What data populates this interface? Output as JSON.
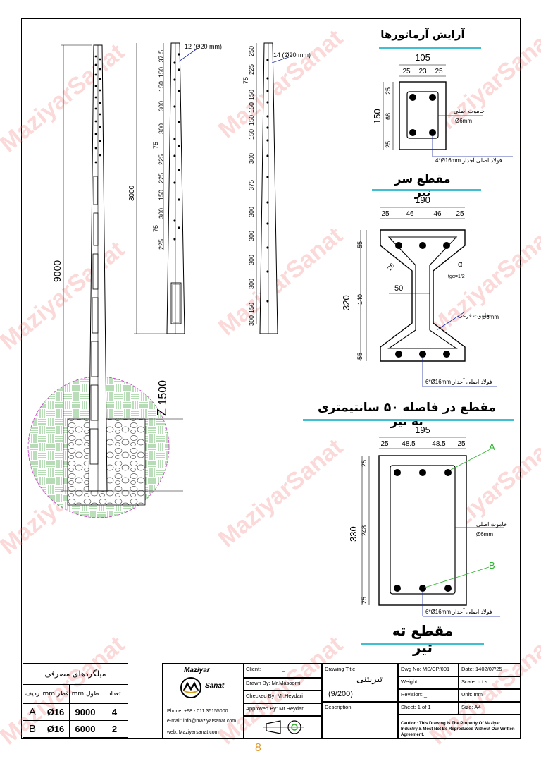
{
  "watermark": "MaziyarSanat",
  "titles": {
    "rebar": "آرایش آرماتورها",
    "top_section": "مقطع سر تیر",
    "mid_section": "مقطع در فاصله ۵۰ سانتیمتری ته تیر",
    "base_section": "مقطع ته تیر"
  },
  "pole": {
    "height": "9000",
    "embed": "1500",
    "embed_letter": "Z",
    "holes_total": "3000",
    "hole_label_1": "12 (Ø20 mm)",
    "hole_label_2": "14 (Ø20 mm)",
    "dims_1": [
      "37.5",
      "150",
      "150",
      "300",
      "300",
      "75",
      "225",
      "225",
      "150",
      "300",
      "75",
      "225"
    ],
    "dims_2": [
      "250",
      "225",
      "75",
      "150",
      "150",
      "150",
      "150",
      "300",
      "375",
      "300",
      "300",
      "300",
      "300",
      "150",
      "300"
    ]
  },
  "rebar_section": {
    "width": "105",
    "w_parts": [
      "25",
      "23",
      "25"
    ],
    "height": "150",
    "h_parts": [
      "25",
      "68",
      "25"
    ],
    "stirrup": "خاموت اصلی",
    "stirrup_size": "Ø6mm",
    "main_bar": "4*Ø16mm فولاد اصلی آجدار"
  },
  "top_section": {
    "width": "190",
    "w_parts": [
      "25",
      "46",
      "46",
      "25"
    ],
    "height": "320",
    "h_parts": [
      "55",
      "140",
      "55"
    ],
    "web": "50",
    "flange_depth": "25",
    "alpha": "α",
    "tg": "tgα=1/2",
    "stirrup": "خاموت فرعی",
    "stirrup_size": "Ø6mm",
    "main_bar": "6*Ø16mm فولاد اصلی آجدار"
  },
  "mid_section": {
    "width": "195",
    "w_parts": [
      "25",
      "48.5",
      "48.5",
      "25"
    ],
    "height": "330",
    "h_parts": [
      "25",
      "248",
      "25"
    ],
    "point_a": "A",
    "point_b": "B",
    "stirrup": "خاموت اصلی",
    "stirrup_size": "Ø6mm",
    "main_bar": "6*Ø16mm فولاد اصلی آجدار"
  },
  "materials": {
    "title": "میلگردهای مصرفی",
    "headers": [
      "ردیف",
      "mm قطر",
      "mm طول",
      "تعداد"
    ],
    "rows": [
      {
        "id": "A",
        "dia": "Ø16",
        "len": "9000",
        "qty": "4"
      },
      {
        "id": "B",
        "dia": "Ø16",
        "len": "6000",
        "qty": "2"
      }
    ]
  },
  "title_block": {
    "logo_top": "Maziyar",
    "logo_bottom": "Sanat",
    "phone": "Phone: +98 - 011 35155000",
    "email": "e-mail:  info@maziyarsanat.com",
    "web": "web:    Maziyarsanat.com",
    "client_label": "Client:",
    "client_value": "_",
    "drawn_by": "Drawn By:  Mr.Masoomi",
    "checked_by": "Checked By:  Mr.Heydari",
    "approved_by": "Approved By:  Mr.Heydari",
    "drawing_title_label": "Drawing Title:",
    "drawing_title": "تیربتنی",
    "drawing_code": "(9/200)",
    "description_label": "Description:",
    "dwg_no": "Dwg No:  MS/CP/001",
    "date": "Date:    1402/07/25",
    "weight": "Weight:",
    "scale": "Scale:      n.t.s",
    "revision": "Revision:       _",
    "unit": "Unit:          mm",
    "sheet": "Sheet:      1 of 1",
    "size": "Size:          A4",
    "caution": "Caution: This Drawing Is The Property Of Maziyar Industry & Most Not Be Reproduced Without Our Written Agreement."
  },
  "page_number": "8"
}
